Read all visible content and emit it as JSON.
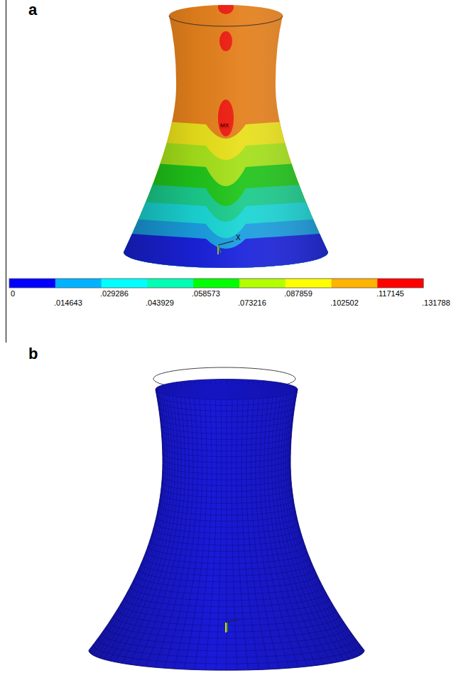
{
  "diagram": {
    "labels": [
      "a",
      "0",
      ".014643",
      ".029286",
      ".043929",
      ".058573",
      ".073216",
      ".087859",
      ".102502",
      ".117145",
      ".131788",
      "MX",
      "X",
      "b"
    ]
  }
}
